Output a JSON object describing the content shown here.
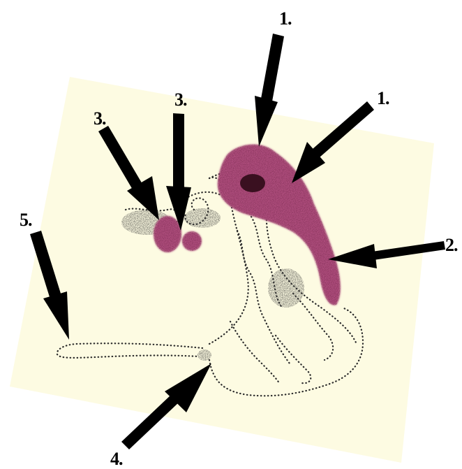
{
  "labels": {
    "l1_top": "1.",
    "l1_right": "1.",
    "l2": "2.",
    "l3_left": "3.",
    "l3_mid": "3.",
    "l4": "4.",
    "l5": "5."
  },
  "colors": {
    "background_card": "#fdfbe2",
    "stain_magenta": "#b0507e",
    "stain_dark": "#3a1020",
    "dots": "#2a2a2a",
    "arrows": "#000000"
  }
}
